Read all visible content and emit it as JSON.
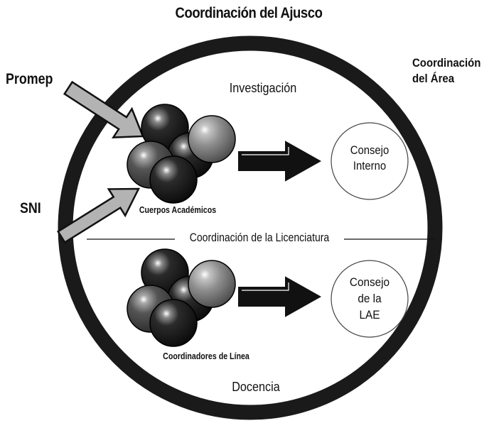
{
  "title": "Coordinación del Ajusco",
  "coordinacion_area": {
    "line1": "Coordinación",
    "line2": "del Área"
  },
  "inputs": {
    "promep": "Promep",
    "sni": "SNI"
  },
  "sections": {
    "top": "Investigación",
    "bottom": "Docencia",
    "divider": "Coordinación de la Licenciatura"
  },
  "groups": {
    "top": "Cuerpos Académicos",
    "bottom": "Coordinadores de Línea"
  },
  "councils": {
    "top": {
      "line1": "Consejo",
      "line2": "Interno"
    },
    "bottom": {
      "line1": "Consejo",
      "line2": "de la",
      "line3": "LAE"
    }
  },
  "colors": {
    "ring": "#1a1a1a",
    "arrow_light": "#b3b3b3",
    "arrow_dark": "#111111",
    "sphere_dark": "#141414",
    "sphere_mid": "#4a4a4a",
    "sphere_light": "#8c8c8c"
  }
}
